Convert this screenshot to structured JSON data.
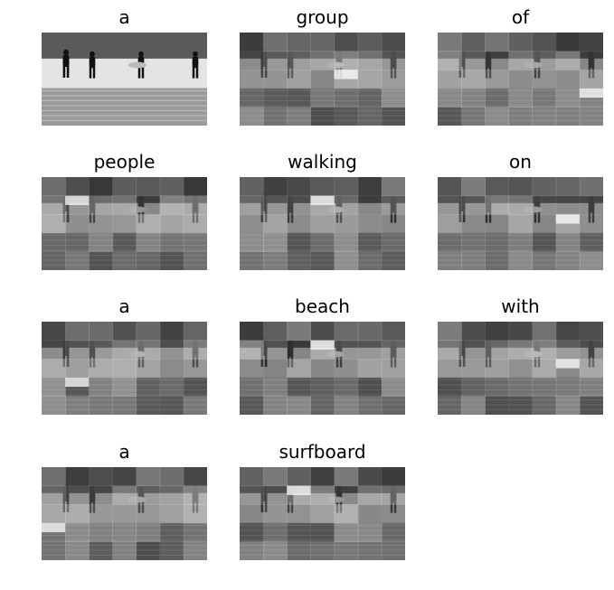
{
  "panels": [
    {
      "word": "a"
    },
    {
      "word": "group"
    },
    {
      "word": "of"
    },
    {
      "word": "people"
    },
    {
      "word": "walking"
    },
    {
      "word": "on"
    },
    {
      "word": "a"
    },
    {
      "word": "beach"
    },
    {
      "word": "with"
    },
    {
      "word": "a"
    },
    {
      "word": "surfboard"
    }
  ],
  "figure": {
    "description_icons": [
      "beach-photo",
      "attention-heatmap-overlay"
    ],
    "colors": {
      "background": "#ffffff",
      "text": "#000000"
    }
  }
}
